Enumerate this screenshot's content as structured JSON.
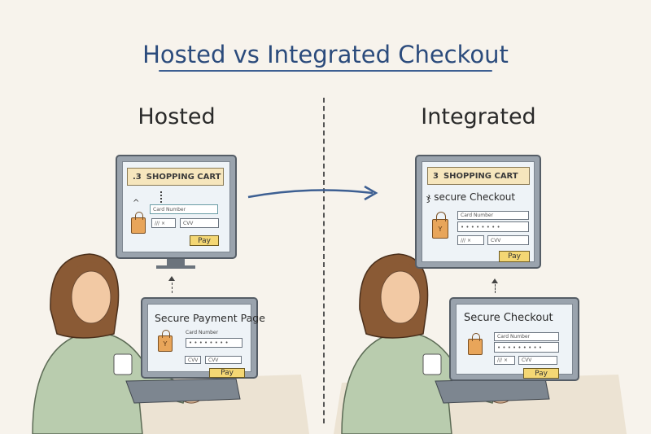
{
  "title": "Hosted vs Integrated Checkout",
  "hosted": {
    "heading": "Hosted",
    "top_screen": {
      "cart_icon": ".3",
      "cart_label": "SHOPPING CART",
      "card_number": "Card Number",
      "expiry": "/// ×",
      "cvv": "CVV",
      "pay": "Pay"
    },
    "bottom_screen": {
      "title": "Secure Payment Page",
      "card_number_label": "Card Number",
      "card_masked": "• • • • • • • •",
      "cvv_label": "CVV",
      "cvv": "CVV",
      "pay": "Pay"
    }
  },
  "integrated": {
    "heading": "Integrated",
    "top_screen": {
      "cart_icon": "3",
      "cart_label": "SHOPPING CART",
      "secure_label": "secure Checkout",
      "card_number": "Card Number",
      "card_masked": "• • • • • • • •",
      "expiry": "/// ×",
      "cvv": "CVV",
      "pay": "Pay"
    },
    "bottom_screen": {
      "title": "Secure Checkout",
      "card_number": "Card Number",
      "card_masked": "• • • • • • • • •",
      "expiry": "/// ×",
      "cvv": "CVV",
      "pay": "Pay"
    }
  },
  "colors": {
    "title": "#2b4b7c",
    "arrow": "#3d5f92",
    "pay_button": "#f4d774",
    "lock": "#e8a55a",
    "cart_bar": "#f6e6bd"
  }
}
